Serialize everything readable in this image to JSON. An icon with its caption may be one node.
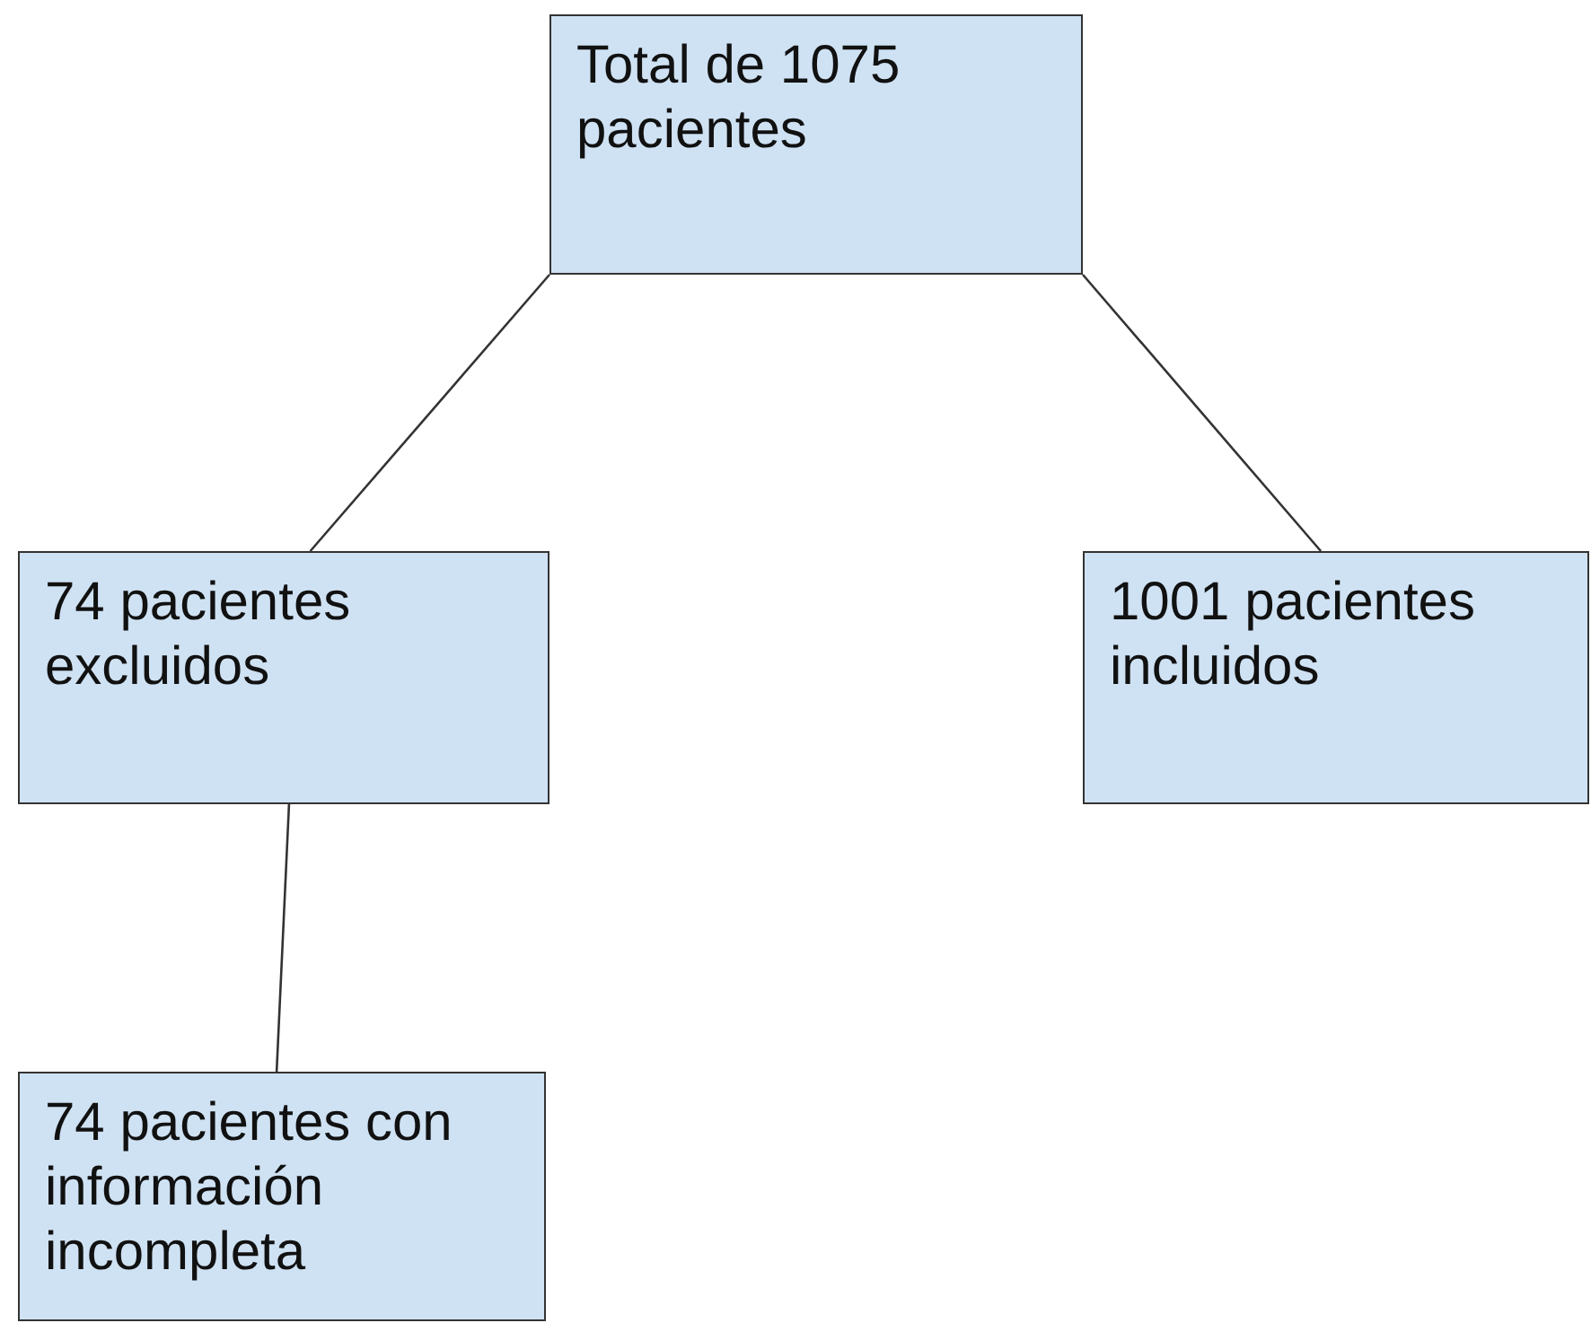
{
  "diagram": {
    "nodes": [
      {
        "text": [
          "Total de 1075 pacientes"
        ]
      },
      {
        "text": [
          "74 pacientes excluidos"
        ]
      },
      {
        "text": [
          "1001 pacientes incluidos"
        ]
      },
      {
        "text": [
          "74 pacientes con información incompleta"
        ]
      }
    ],
    "edges": [
      {
        "from": 0,
        "to": 1,
        "arrow": "none"
      },
      {
        "from": 0,
        "to": 2,
        "arrow": "none"
      },
      {
        "from": 1,
        "to": 3,
        "arrow": "none"
      }
    ]
  }
}
